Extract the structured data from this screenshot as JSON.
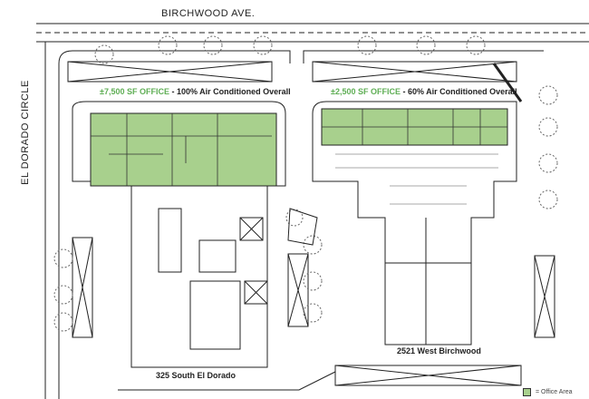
{
  "streets": {
    "top": "BIRCHWOOD AVE.",
    "left": "EL DORADO CIRCLE"
  },
  "buildings": [
    {
      "address": "325 South El Dorado",
      "office_note": "±7,500 SF OFFICE",
      "ac_note": " - 100% Air Conditioned Overall"
    },
    {
      "address": "2521 West Birchwood",
      "office_note": "±2,500 SF OFFICE",
      "ac_note": " - 60% Air Conditioned Overall"
    }
  ],
  "legend": {
    "label": "= Office Area"
  },
  "colors": {
    "office": "#a8d08d",
    "office_text": "#5fae55",
    "line": "#222222"
  }
}
